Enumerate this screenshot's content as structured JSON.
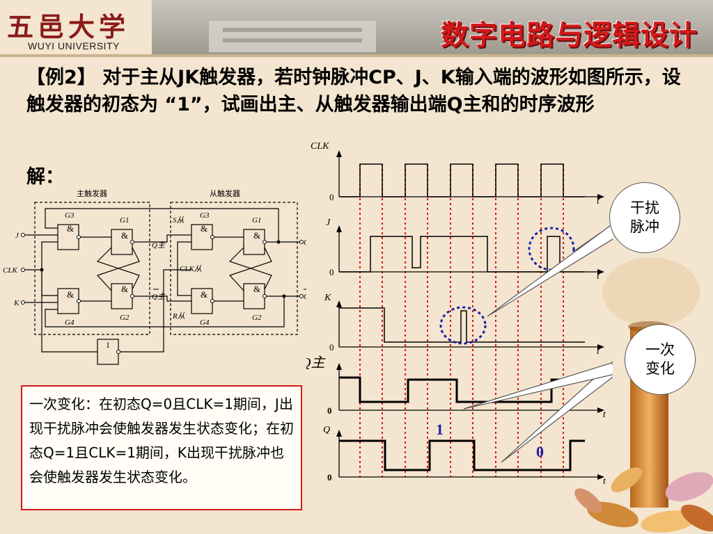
{
  "header": {
    "logo_cn": "五邑大学",
    "logo_en": "WUYI UNIVERSITY",
    "course_title": "数字电路与逻辑设计"
  },
  "problem": {
    "text": "【例2】 对于主从JK触发器，若时钟脉冲CP、J、K输入端的波形如图所示，设触发器的初态为 “1”，试画出主、从触发器输出端Q主和的时序波形"
  },
  "solution": {
    "label": "解："
  },
  "circuit": {
    "master_label": "主触发器",
    "slave_label": "从触发器",
    "inputs": {
      "j": "J",
      "clk": "CLK",
      "k": "K"
    },
    "gates": {
      "g3": "G3",
      "g1": "G1",
      "g4": "G4",
      "g2": "G2",
      "and_symbol": "&",
      "not_symbol": "1"
    },
    "signals": {
      "s_slave": "S从",
      "q_master": "Q主",
      "clk_slave": "CLK从",
      "qbar_master": "Q主",
      "r_slave": "R从",
      "q": "Q",
      "qbar": "Q"
    }
  },
  "timing": {
    "labels": {
      "clk": "CLK",
      "j": "J",
      "k": "K",
      "qm": "Q主",
      "q": "Q",
      "t": "t",
      "zero": "0"
    },
    "annotations": {
      "one": "1",
      "zero": "0"
    },
    "rise_times": [
      517,
      582,
      647,
      712,
      777
    ],
    "fall_times": [
      549,
      614,
      679,
      744,
      809
    ]
  },
  "bubbles": {
    "interference": "干扰\n脉冲",
    "once_change": "一次\n变化"
  },
  "note": {
    "text": "一次变化：在初态Q=0且CLK=1期间，J出现干扰脉冲会使触发器发生状态变化；在初态Q=1且CLK=1期间，K出现干扰脉冲也会使触发器发生状态变化。"
  },
  "colors": {
    "accent": "#d21a1a",
    "guide": "#e01010",
    "circle": "#1c1ca8"
  }
}
